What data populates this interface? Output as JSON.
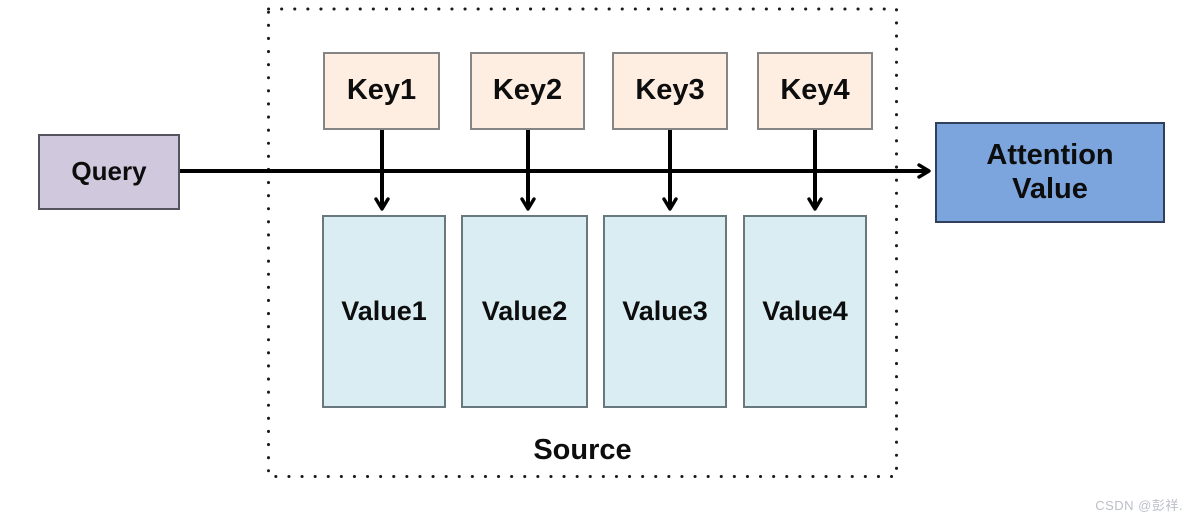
{
  "diagram": {
    "query": {
      "label": "Query"
    },
    "keys": [
      {
        "label": "Key1"
      },
      {
        "label": "Key2"
      },
      {
        "label": "Key3"
      },
      {
        "label": "Key4"
      }
    ],
    "values": [
      {
        "label": "Value1"
      },
      {
        "label": "Value2"
      },
      {
        "label": "Value3"
      },
      {
        "label": "Value4"
      }
    ],
    "attention": {
      "label": "Attention Value"
    },
    "source_label": "Source",
    "colors": {
      "query_fill": "#d0c9dd",
      "key_fill": "#fdeee1",
      "value_fill": "#d9edf2",
      "attention_fill": "#7ca5dd",
      "attention_border": "#31405a",
      "line": "#000000",
      "watermark_text": "#bcbfc7"
    }
  },
  "watermark": "CSDN @彭祥."
}
